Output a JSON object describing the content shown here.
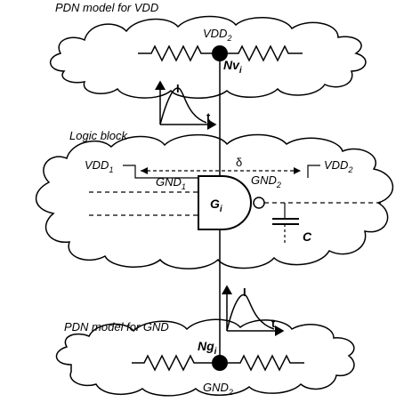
{
  "labels": {
    "pdn_vdd_title": "PDN model for VDD",
    "vdd2_top": "VDD",
    "vdd2_top_sub": "2",
    "nv": "Nv",
    "nv_sub": "i",
    "current_top": "I",
    "time_top": "t",
    "logic_block": "Logic block",
    "vdd1": "VDD",
    "vdd1_sub": "1",
    "gnd1": "GND",
    "gnd1_sub": "1",
    "delta": "δ",
    "vdd2_mid": "VDD",
    "vdd2_mid_sub": "2",
    "gnd2_mid": "GND",
    "gnd2_mid_sub": "2",
    "gate": "G",
    "gate_sub": "i",
    "capacitor": "C",
    "current_bottom": "I",
    "time_bottom": "t",
    "pdn_gnd_title": "PDN model for GND",
    "ng": "Ng",
    "ng_sub": "i",
    "gnd2_bottom": "GND",
    "gnd2_bottom_sub": "2"
  }
}
